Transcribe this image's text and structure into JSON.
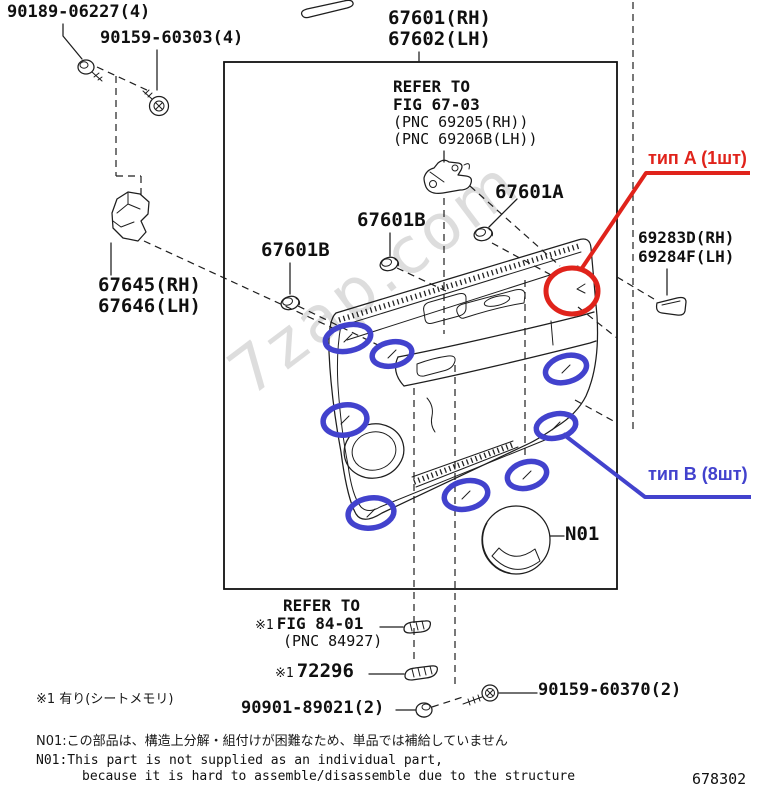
{
  "diagram": {
    "watermark": "7zap.com",
    "annotation_colors": {
      "type_a": "#e0231b",
      "type_b": "#4242cd"
    },
    "fastener_counts": {
      "type_a_circles": 1,
      "type_b_circles": 8
    },
    "labels": {
      "part_90189": "90189-06227(4)",
      "part_90159_60303": "90159-60303(4)",
      "part_67601_rh": "67601(RH)",
      "part_67602_lh": "67602(LH)",
      "refer67_1": "REFER TO",
      "refer67_2": "FIG 67-03",
      "refer67_3": "(PNC 69205(RH))",
      "refer67_4": "(PNC 69206B(LH))",
      "part_67601a": "67601A",
      "part_67601b_right": "67601B",
      "part_67601b_left": "67601B",
      "part_69283d": "69283D(RH)",
      "part_69284f": "69284F(LH)",
      "part_67645": "67645(RH)",
      "part_67646": "67646(LH)",
      "type_a": "тип A (1шт)",
      "type_b": "тип B (8шт)",
      "n01": "N01",
      "refer84_1": "REFER TO",
      "refer84_prefix": "※1",
      "refer84_2": "FIG 84-01",
      "refer84_3": "(PNC 84927)",
      "part_72296_prefix": "※1",
      "part_72296": "72296",
      "part_90159_60370": "90159-60370(2)",
      "part_90901": "90901-89021(2)"
    },
    "notes": {
      "seat_memory": "※1 有り(シートメモリ)",
      "n01_jp": "N01:この部品は、構造上分解・組付けが困難なため、単品では補給していません",
      "n01_en1": "N01:This part is not supplied as an individual part,",
      "n01_en2": "because it is hard to assemble/disassemble due to the structure",
      "fig_code": "678302"
    }
  }
}
